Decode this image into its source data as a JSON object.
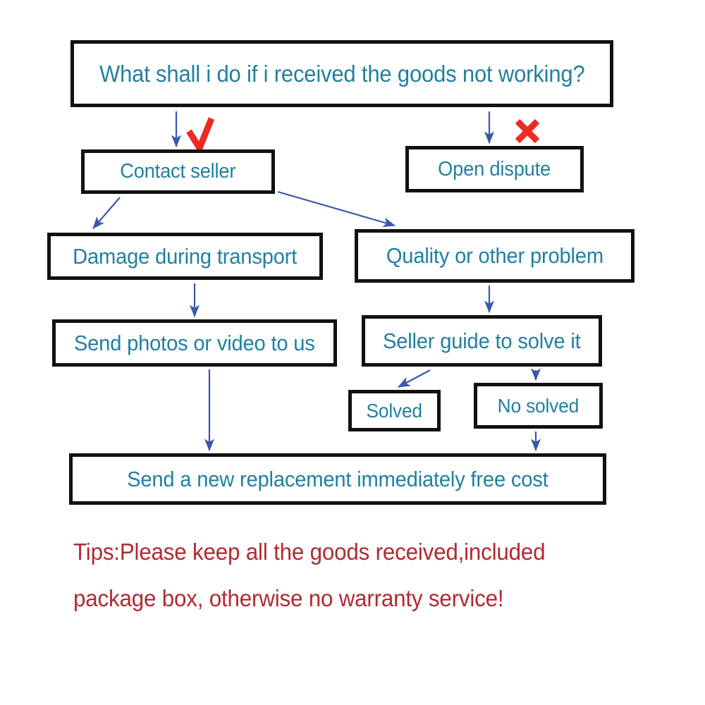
{
  "diagram": {
    "title": "After-sales process flowchart",
    "colors": {
      "box_border": "#111111",
      "box_text": "#2180a0",
      "arrow": "#3a57a8",
      "mark_good": "#ee2a23",
      "mark_bad": "#ee2a23",
      "tips_text": "#b02a32",
      "background": "#ffffff"
    },
    "nodes": [
      {
        "id": "root",
        "label": "What shall i do if i received the goods not working?"
      },
      {
        "id": "contact",
        "label": "Contact seller"
      },
      {
        "id": "dispute",
        "label": "Open dispute"
      },
      {
        "id": "damage",
        "label": "Damage during transport"
      },
      {
        "id": "quality",
        "label": "Quality or other problem"
      },
      {
        "id": "photos",
        "label": "Send photos or video to us"
      },
      {
        "id": "guide",
        "label": "Seller guide to solve it"
      },
      {
        "id": "solved",
        "label": "Solved"
      },
      {
        "id": "nosolved",
        "label": "No solved"
      },
      {
        "id": "replace",
        "label": "Send a new replacement immediately free cost"
      }
    ],
    "annotations": [
      {
        "id": "check-mark",
        "symbol": "check",
        "meaning": "recommended",
        "near": "contact"
      },
      {
        "id": "cross-mark",
        "symbol": "cross",
        "meaning": "not recommended",
        "near": "dispute"
      }
    ],
    "edges": [
      {
        "from": "root",
        "to": "contact"
      },
      {
        "from": "root",
        "to": "dispute"
      },
      {
        "from": "contact",
        "to": "damage"
      },
      {
        "from": "contact",
        "to": "quality"
      },
      {
        "from": "damage",
        "to": "photos"
      },
      {
        "from": "quality",
        "to": "guide"
      },
      {
        "from": "guide",
        "to": "solved"
      },
      {
        "from": "guide",
        "to": "nosolved"
      },
      {
        "from": "photos",
        "to": "replace"
      },
      {
        "from": "nosolved",
        "to": "replace"
      }
    ]
  },
  "tips": {
    "line1": "Tips:Please keep all the goods received,included",
    "line2": "package box, otherwise no warranty service!"
  }
}
